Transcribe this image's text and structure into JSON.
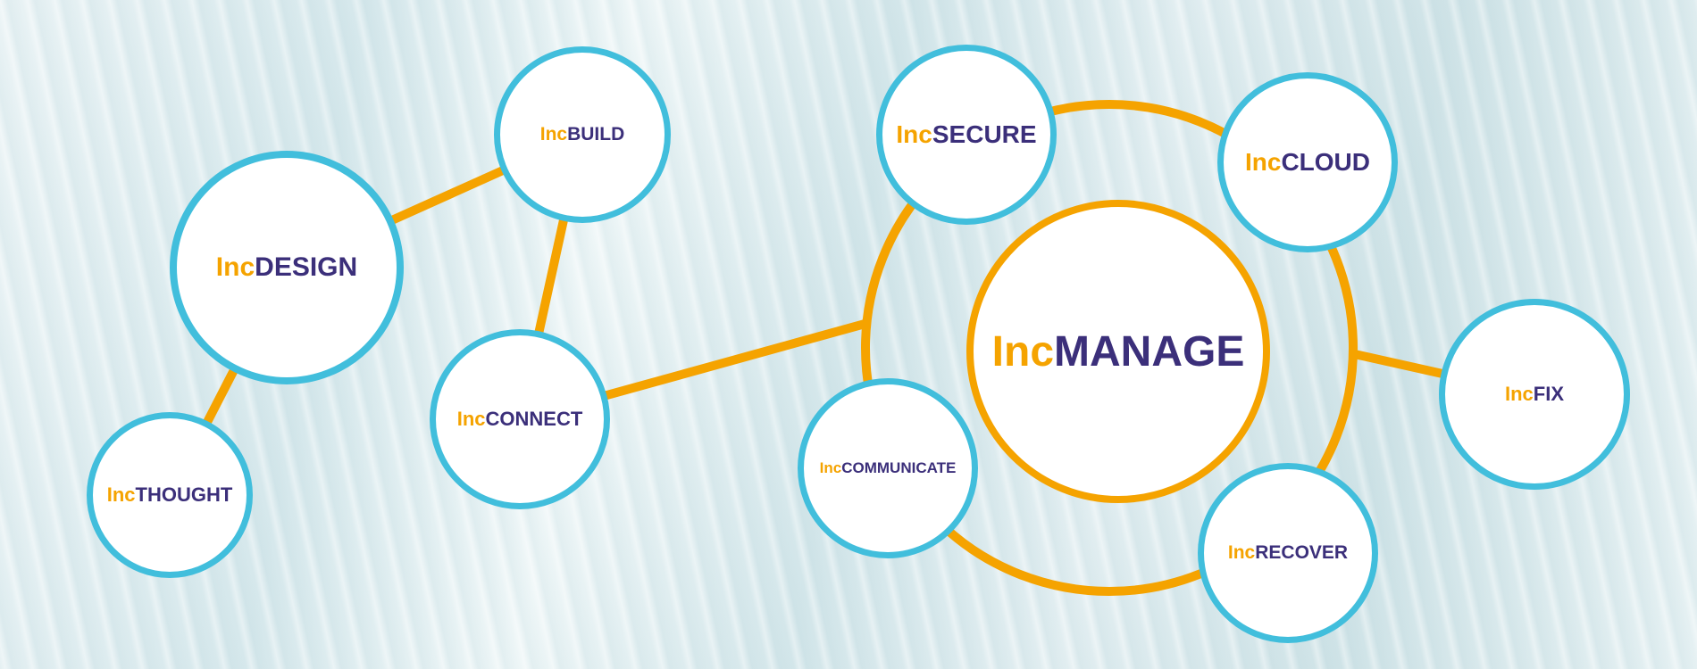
{
  "colors": {
    "accent": "#f5a300",
    "node_border": "#41bedc",
    "text": "#3b2f7a"
  },
  "nodes": {
    "design": {
      "prefix": "Inc",
      "name": "DESIGN"
    },
    "build": {
      "prefix": "Inc",
      "name": "BUILD"
    },
    "thought": {
      "prefix": "Inc",
      "name": "THOUGHT"
    },
    "connect": {
      "prefix": "Inc",
      "name": "CONNECT"
    },
    "secure": {
      "prefix": "Inc",
      "name": "SECURE"
    },
    "cloud": {
      "prefix": "Inc",
      "name": "CLOUD"
    },
    "manage": {
      "prefix": "Inc",
      "name": "MANAGE"
    },
    "communicate": {
      "prefix": "Inc",
      "name": "COMMUNICATE"
    },
    "fix": {
      "prefix": "Inc",
      "name": "FIX"
    },
    "recover": {
      "prefix": "Inc",
      "name": "RECOVER"
    }
  }
}
